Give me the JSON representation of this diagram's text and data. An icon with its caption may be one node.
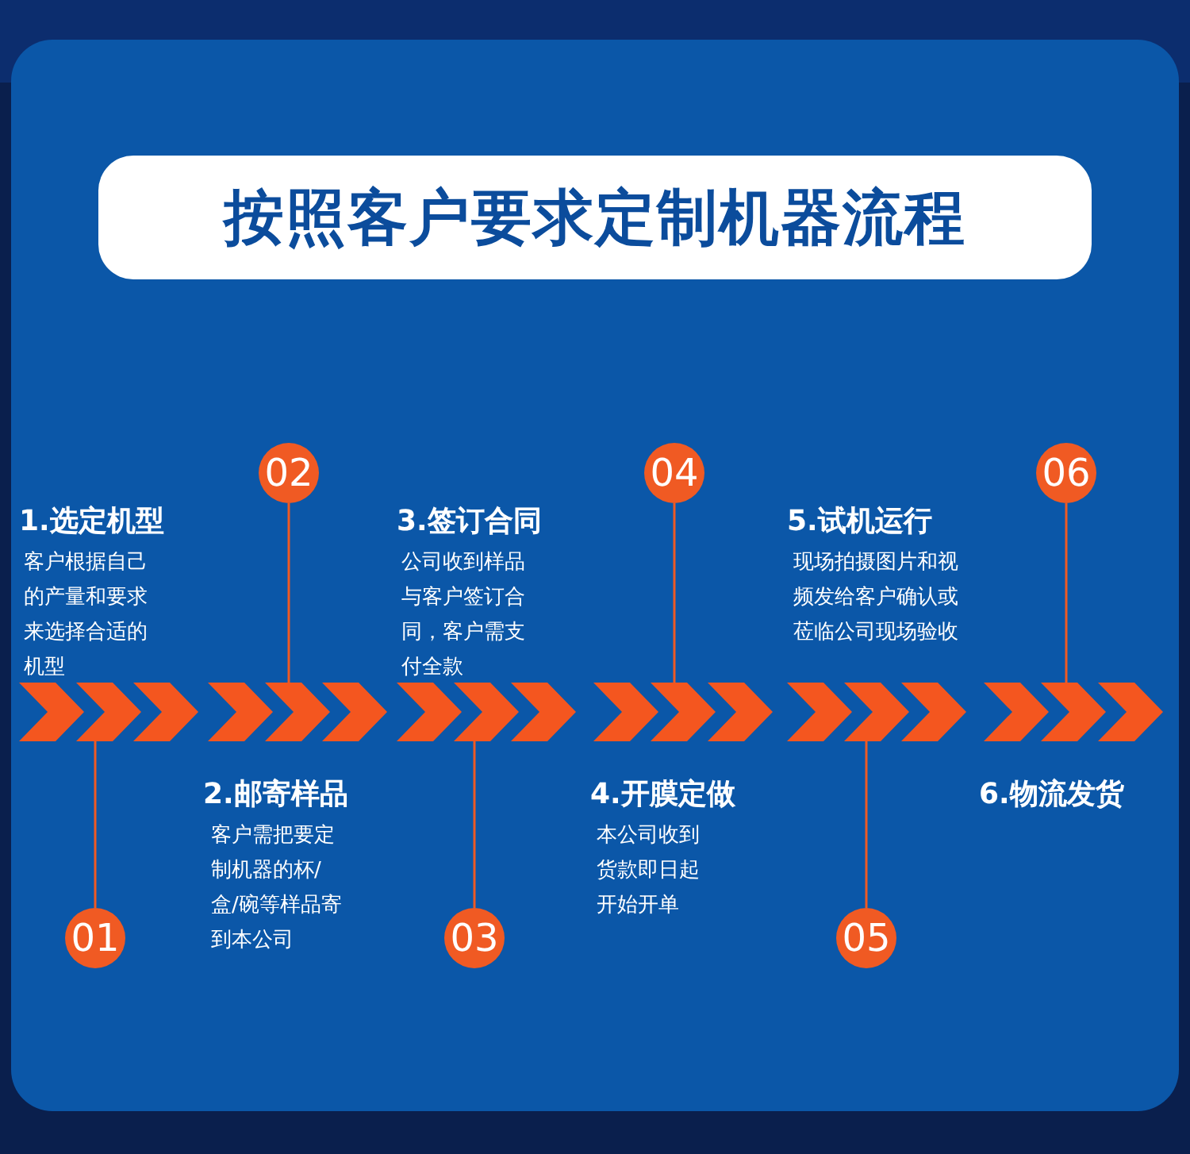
{
  "diagram": {
    "title": "按照客户要求定制机器流程",
    "nodes": [
      {
        "text": [
          "01"
        ]
      },
      {
        "text": [
          "02"
        ]
      },
      {
        "text": [
          "03"
        ]
      },
      {
        "text": [
          "04"
        ]
      },
      {
        "text": [
          "05"
        ]
      },
      {
        "text": [
          "06"
        ]
      },
      {
        "text": [],
        "shape": "chevron"
      },
      {
        "text": [],
        "shape": "chevron"
      },
      {
        "text": [],
        "shape": "chevron"
      },
      {
        "text": [],
        "shape": "chevron"
      },
      {
        "text": [],
        "shape": "chevron"
      },
      {
        "text": [],
        "shape": "chevron"
      }
    ],
    "edges": [
      {
        "from": 0,
        "to": 6,
        "arrow": "none"
      },
      {
        "from": 1,
        "to": 7,
        "arrow": "none"
      },
      {
        "from": 2,
        "to": 8,
        "arrow": "none"
      },
      {
        "from": 3,
        "to": 9,
        "arrow": "none"
      },
      {
        "from": 4,
        "to": 10,
        "arrow": "none"
      },
      {
        "from": 5,
        "to": 11,
        "arrow": "none"
      }
    ],
    "labels": [
      "1.选定机型",
      "客户根据自己的产量和要求来选择合适的机型",
      "2.邮寄样品",
      "客户需把要定制机器的杯/盒/碗等样品寄到本公司",
      "3.签订合同",
      "公司收到样品与客户签订合同，客户需支付全款",
      "4.开膜定做",
      "本公司收到货款即日起开始开单",
      "5.试机运行",
      "现场拍摄图片和视频发给客户确认或莅临公司现场验收",
      "6.物流发货"
    ]
  }
}
